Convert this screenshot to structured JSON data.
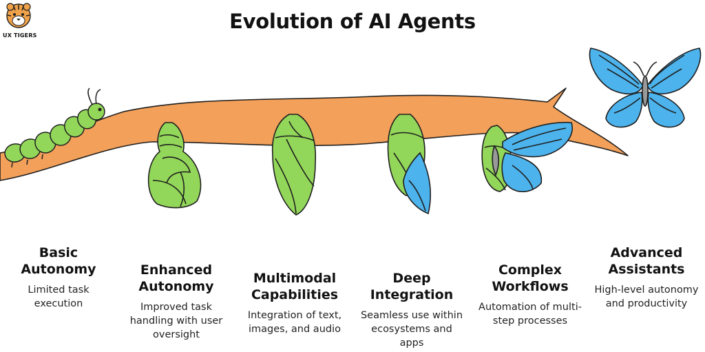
{
  "brand": {
    "name": "UX TIGERS",
    "logo_icon": "tiger-face-icon"
  },
  "title": "Evolution of AI Agents",
  "colors": {
    "branch": "#F2A05A",
    "green": "#93D75A",
    "blue": "#4DB3EC",
    "outline": "#1E1E1E"
  },
  "stages": [
    {
      "title_1": "Basic",
      "title_2": "Autonomy",
      "desc_1": "Limited task",
      "desc_2": "execution",
      "desc_3": "",
      "illustration": "caterpillar-icon"
    },
    {
      "title_1": "Enhanced",
      "title_2": "Autonomy",
      "desc_1": "Improved task",
      "desc_2": "handling with user",
      "desc_3": "oversight",
      "illustration": "chrysalis-icon"
    },
    {
      "title_1": "Multimodal",
      "title_2": "Capabilities",
      "desc_1": "Integration of text,",
      "desc_2": "images, and audio",
      "desc_3": "",
      "illustration": "chrysalis-icon"
    },
    {
      "title_1": "Deep",
      "title_2": "Integration",
      "desc_1": "Seamless use within",
      "desc_2": "ecosystems and",
      "desc_3": "apps",
      "illustration": "chrysalis-wing-icon"
    },
    {
      "title_1": "Complex",
      "title_2": "Workflows",
      "desc_1": "Automation of multi-",
      "desc_2": "step processes",
      "desc_3": "",
      "illustration": "emerging-butterfly-icon"
    },
    {
      "title_1": "Advanced",
      "title_2": "Assistants",
      "desc_1": "High-level autonomy",
      "desc_2": "and productivity",
      "desc_3": "",
      "illustration": "butterfly-icon"
    }
  ]
}
